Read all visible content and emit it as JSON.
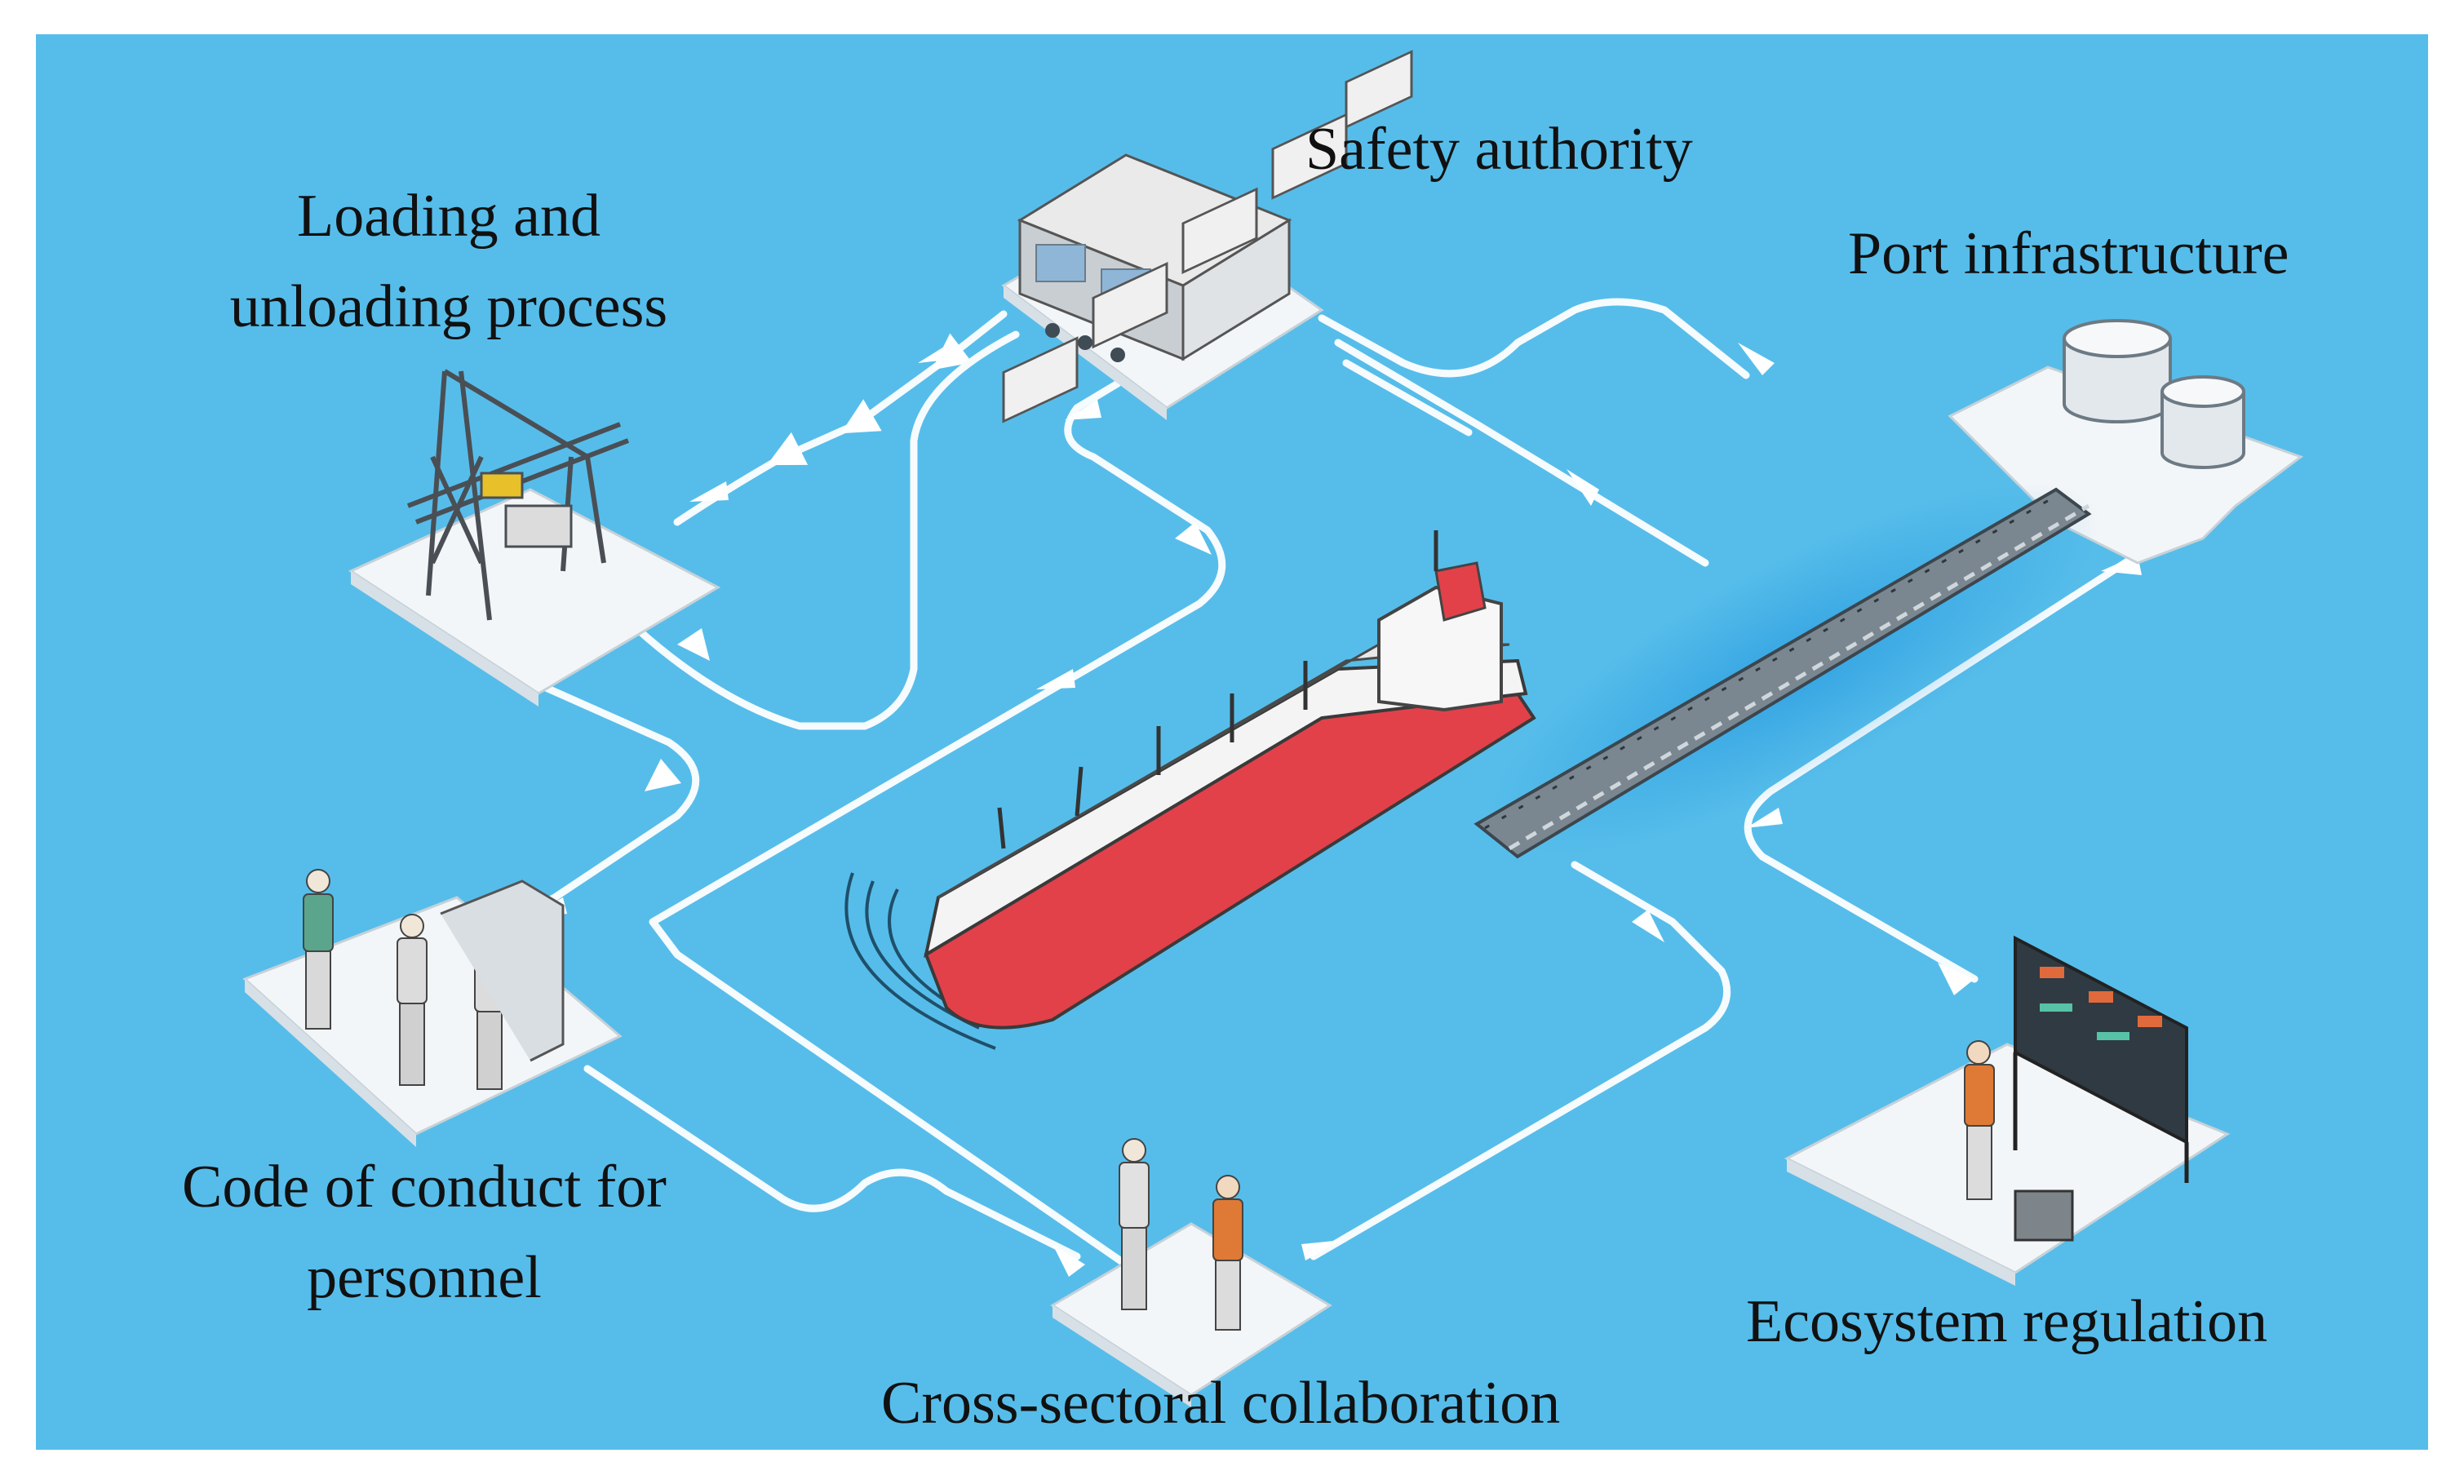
{
  "colors": {
    "background": "#ffffff",
    "water": "#56bdea",
    "platform": "#f3f6f8",
    "pipe": "#f6fbfe",
    "hull_red": "#e2414a",
    "hull_white": "#f4f4f4",
    "worker_orange": "#de7a35",
    "worker_green": "#5aa58c"
  },
  "labels": {
    "safety_authority": "Safety authority",
    "loading_line1": "Loading and",
    "loading_line2": "unloading process",
    "port_infrastructure": "Port infrastructure",
    "code_line1": "Code of conduct for",
    "code_line2": "personnel",
    "ecosystem_regulation": "Ecosystem regulation",
    "cross_sectoral": "Cross-sectoral collaboration"
  },
  "icons": [
    "office-building-icon",
    "gantry-crane-icon",
    "storage-tank-icon",
    "worker-icon",
    "monitoring-screen-icon",
    "cargo-ship-icon",
    "conveyor-icon"
  ]
}
